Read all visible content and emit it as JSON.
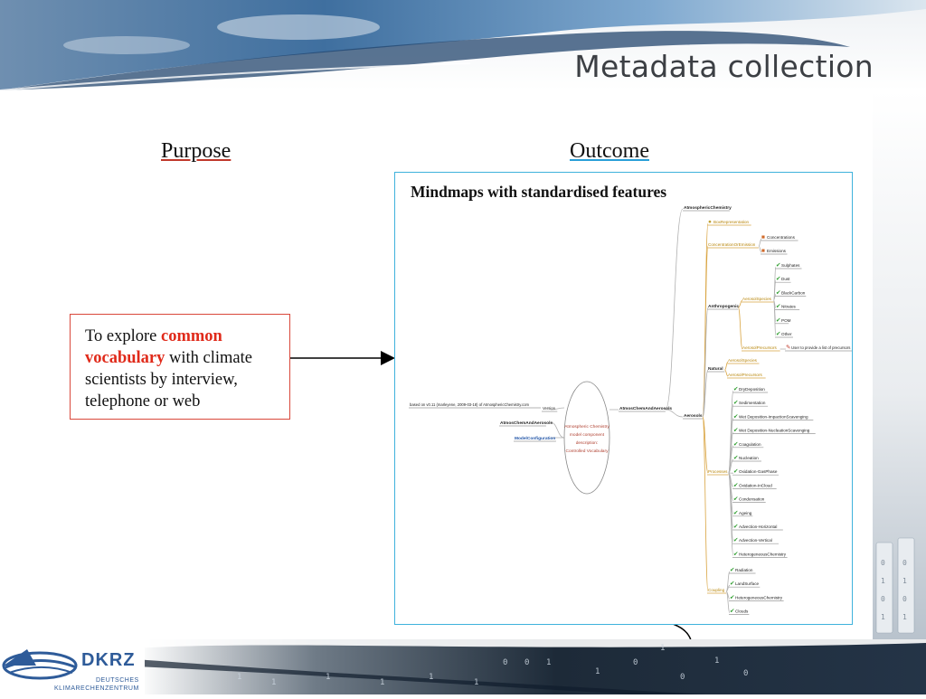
{
  "slide": {
    "title": "Metadata collection",
    "purpose_heading": "Purpose",
    "outcome_heading": "Outcome"
  },
  "purpose_box": {
    "text_1": "To explore ",
    "highlight_1": "common",
    "highlight_2": "vocabulary",
    "text_2": " with climate scientists by interview, telephone or web"
  },
  "mindmap": {
    "title": "Mindmaps with standardised features",
    "root_lines": [
      "Atmospheric Chemistry",
      "model component",
      "description:",
      "Controlled Vocabulary"
    ],
    "left_nodes": {
      "version_note": "based on v0.11 (marleyene, 2009-03-18) of AtmosphericChemistry.com",
      "version_label": "Version",
      "atmos_chem_aerosols_left": "AtmosChemAndAerosols",
      "model_configuration": "ModelConfiguration"
    },
    "main_node": "AtmosChemAndAerosols",
    "branches": {
      "atmospheric_chemistry": "AtmosphericChemistry",
      "aerosols": "Aerosols",
      "box_representation": "BoxRepresentation",
      "concentration_or_emission": "ConcentrationOrEmission",
      "concentrations": "Concentrations",
      "emissions": "Emissions",
      "anthropogenic": "Anthropogenic",
      "aerosol_species_a": "AerosolSpecies",
      "aerosol_precursors_a": "AerosolPrecursors",
      "precursor_note": "User to provide a list of precursors",
      "natural": "Natural",
      "aerosol_species_n": "AerosolSpecies",
      "aerosol_precursors_n": "AerosolPrecursors",
      "processes": "Processes",
      "coupling": "Coupling"
    },
    "species": [
      "Sulphates",
      "Dust",
      "BlackCarbon",
      "Nitrates",
      "POM",
      "Other"
    ],
    "process_items": [
      "DryDeposition",
      "Sedimentation",
      "Wet Deposition-ImpactionScavenging",
      "Wet Deposition-NucleationScavenging",
      "Coagulation",
      "Nucleation",
      "Oxidation-GasPhase",
      "Oxidation-InCloud",
      "Condensation",
      "Ageing",
      "Advection-Horizontal",
      "Advection-Vertical",
      "HeterogeneousChemistry"
    ],
    "coupling_items": [
      "Radiation",
      "LandSurface",
      "HeterogeneousChemistry",
      "Clouds"
    ]
  },
  "logo": {
    "name": "DKRZ",
    "sub_1": "DEUTSCHES",
    "sub_2": "KLIMARECHENZENTRUM"
  },
  "colors": {
    "title": "#3c3f44",
    "highlight": "#e02a1a",
    "purpose_border": "#d9483b",
    "mindmap_border": "#3fb2dc",
    "branch_orange": "#d9a441",
    "check_green": "#2e9e2e",
    "brand_blue": "#2e5b99"
  }
}
